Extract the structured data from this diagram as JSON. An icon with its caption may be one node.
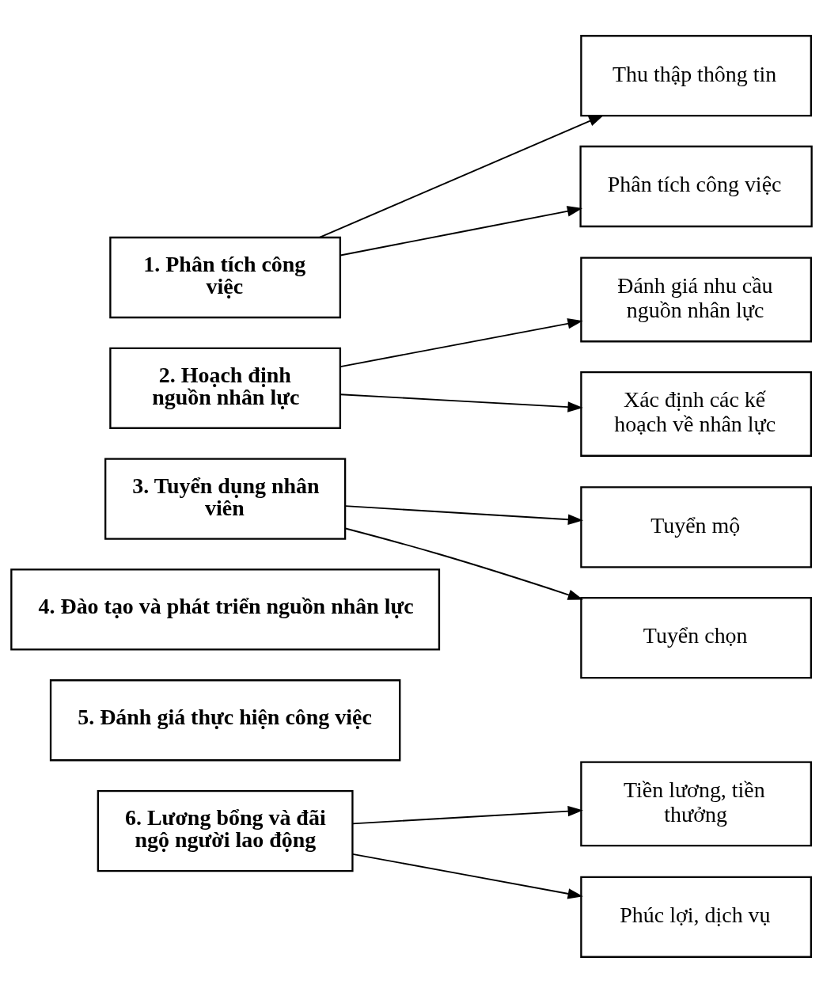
{
  "diagram": {
    "nodes": [
      {
        "text": [
          "1. Phân tích công việc"
        ]
      },
      {
        "text": [
          "Thu thập thông tin"
        ]
      },
      {
        "text": [
          "Phân tích công việc"
        ]
      },
      {
        "text": [
          "2. Hoạch định nguồn nhân lực"
        ]
      },
      {
        "text": [
          "Đánh giá nhu cầu nguồn nhân lực"
        ]
      },
      {
        "text": [
          "Xác định các kế hoạch về nhân lực"
        ]
      },
      {
        "text": [
          "3. Tuyển dụng nhân viên"
        ]
      },
      {
        "text": [
          "Tuyển mộ"
        ]
      },
      {
        "text": [
          "Tuyển chọn"
        ]
      },
      {
        "text": [
          "4. Đào tạo và phát triển nguồn nhân lực"
        ]
      },
      {
        "text": [
          "5. Đánh giá thực hiện công việc"
        ]
      },
      {
        "text": [
          "6. Lương bổng và đãi ngộ người lao động"
        ]
      },
      {
        "text": [
          "Tiền lương, tiền thưởng"
        ]
      },
      {
        "text": [
          "Phúc lợi, dịch vụ"
        ]
      }
    ],
    "edges": [
      {
        "from": 0,
        "to": 1,
        "arrow": "to"
      },
      {
        "from": 0,
        "to": 2,
        "arrow": "to"
      },
      {
        "from": 3,
        "to": 4,
        "arrow": "to"
      },
      {
        "from": 3,
        "to": 5,
        "arrow": "to"
      },
      {
        "from": 6,
        "to": 7,
        "arrow": "to"
      },
      {
        "from": 6,
        "to": 8,
        "arrow": "to"
      },
      {
        "from": 11,
        "to": 12,
        "arrow": "to"
      },
      {
        "from": 11,
        "to": 13,
        "arrow": "to"
      }
    ]
  }
}
